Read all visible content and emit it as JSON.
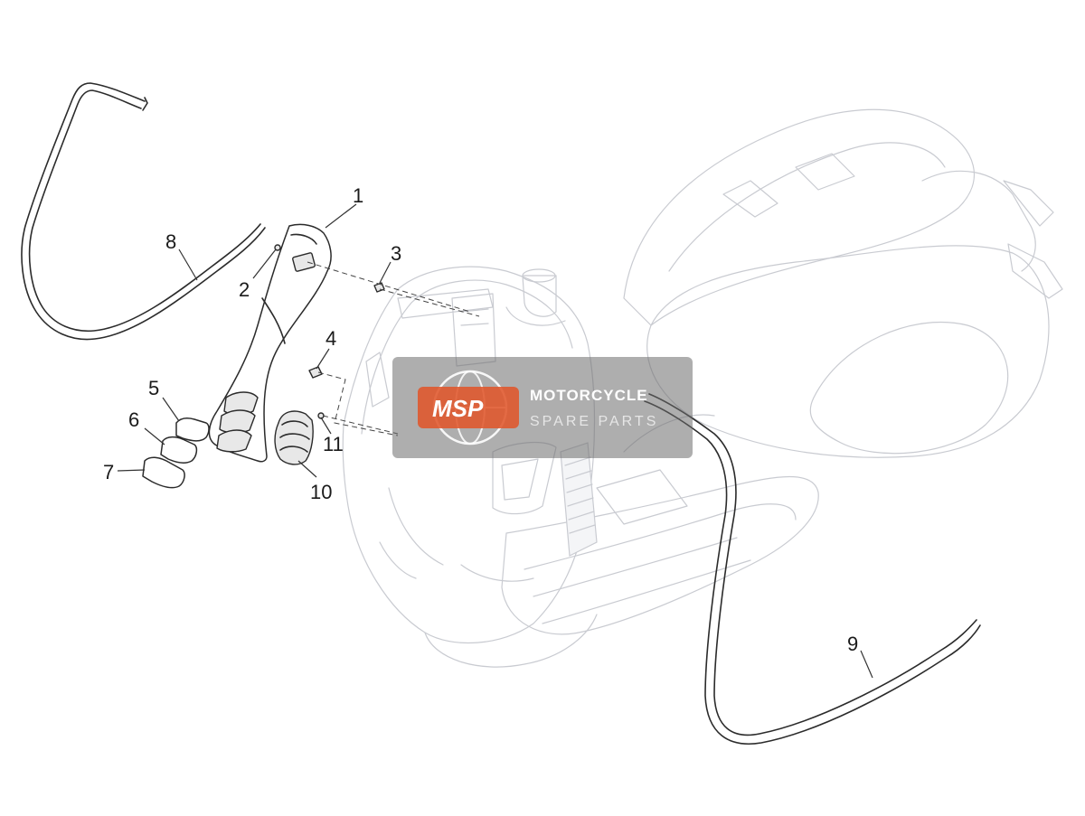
{
  "callouts": {
    "c1": "1",
    "c2": "2",
    "c3": "3",
    "c4": "4",
    "c5": "5",
    "c6": "6",
    "c7": "7",
    "c8": "8",
    "c9": "9",
    "c10": "10",
    "c11": "11"
  },
  "watermark": {
    "logo": "MSP",
    "line1": "MOTORCYCLE",
    "line2": "SPARE PARTS"
  },
  "colors": {
    "accent": "#e0562b",
    "ghost_outline": "#c9cbd1",
    "part_outline": "#2b2b2b"
  }
}
